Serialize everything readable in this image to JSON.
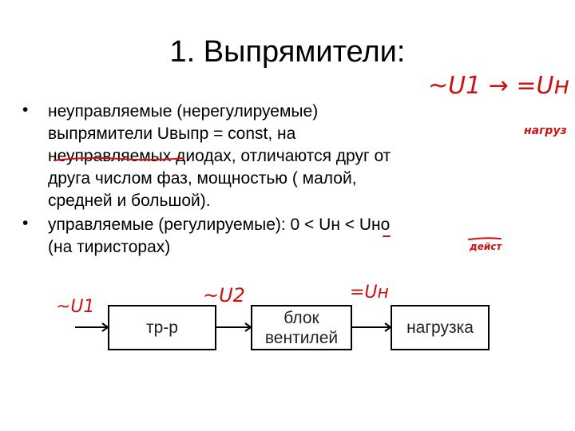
{
  "title": "1.  Выпрямители:",
  "bullets": [
    {
      "symbol": "•",
      "lines": [
        "неуправляемые (нерегулируемые)",
        "выпрямители Uвыпр = const, на",
        "неуправляемых диодах, отличаются друг от",
        "друга числом фаз, мощностью ( малой,",
        "средней и большой)."
      ]
    },
    {
      "symbol": "•",
      "lines": [
        "управляемые (регулируемые): 0 < Uн < Uно",
        "(на тиристорах)"
      ]
    }
  ],
  "diagram": {
    "blocks": [
      "тр-р",
      "блок вентилей",
      "нагрузка"
    ]
  },
  "handwriting": {
    "color": "#cc1111",
    "notes": [
      "~U1 → =Uн",
      "нагруз",
      "~U1",
      "~U2",
      "=Uн",
      "дейст"
    ]
  }
}
